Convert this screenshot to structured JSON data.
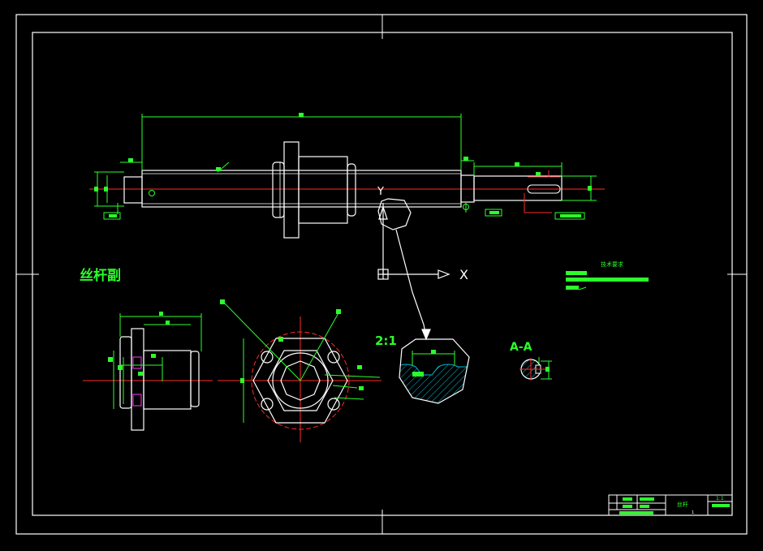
{
  "drawing": {
    "main_title": "丝杆副",
    "detail_scale": "2:1",
    "section_label": "A-A",
    "axis_x_label": "X",
    "axis_y_label": "Y",
    "tech_requirements_heading": "技术要求",
    "title_block": {
      "part_name": "丝杆",
      "scale": "1:1",
      "sheet": "1"
    }
  },
  "colors": {
    "background": "#000000",
    "frame": "#ffffff",
    "dimension": "#2bff2b",
    "centerline": "#ff2a2a",
    "geometry": "#ffffff",
    "hatch": "#00bcd4",
    "hidden": "#ff33ff"
  }
}
